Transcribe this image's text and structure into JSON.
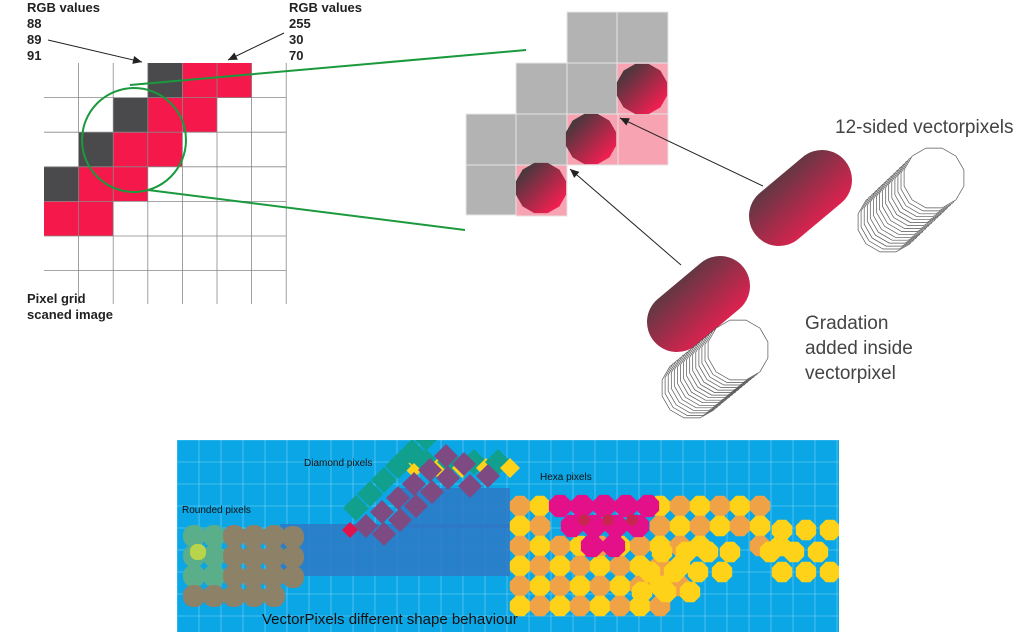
{
  "rgb_left": {
    "title": "RGB values",
    "v1": "88",
    "v2": "89",
    "v3": "91"
  },
  "rgb_right": {
    "title": "RGB values",
    "v1": "255",
    "v2": "30",
    "v3": "70"
  },
  "pixel_grid": {
    "line1": "Pixel grid",
    "line2": "scaned image"
  },
  "twelve_sided": "12-sided vectorpixels",
  "gradation": {
    "line1": "Gradation",
    "line2": "added inside",
    "line3": "vectorpixel"
  },
  "shapes": {
    "diamond": "Diamond pixels",
    "rounded": "Rounded pixels",
    "hexa": "Hexa pixels",
    "footer": "VectorPixels different shape behaviour"
  },
  "colors": {
    "dark_pixel": "#4a4a4c",
    "red_pixel": "#f5184a",
    "gray_pixel": "#b3b3b3",
    "pink_pixel": "#f7a3b2",
    "panel_blue": "#0aa6e6",
    "hex_yellow": "#ffd21a",
    "hex_orange": "#f0a346",
    "hex_magenta": "#e4108a",
    "diamond_teal": "#11a08e",
    "diamond_purple": "#7d4b82",
    "rounded_tan": "#8d8168",
    "rounded_green": "#5aae8a",
    "blue_band": "#2e78c4",
    "zoom_line": "#1a9a3c"
  }
}
